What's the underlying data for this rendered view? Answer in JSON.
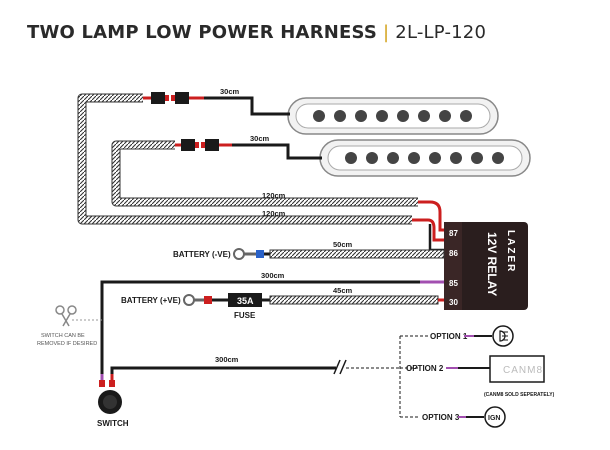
{
  "title": {
    "main": "TWO LAMP LOW POWER HARNESS",
    "separator": "|",
    "model": "2L-LP-120"
  },
  "lengths": {
    "lamp1_lead": "30cm",
    "lamp2_lead": "30cm",
    "run_a": "120cm",
    "run_b": "120cm",
    "negative": "50cm",
    "switch_run": "300cm",
    "positive": "45cm",
    "option_run": "300cm"
  },
  "relay": {
    "brand": "LAZER",
    "label": "12V RELAY",
    "pins": [
      "87",
      "86",
      "85",
      "30"
    ]
  },
  "battery": {
    "negative": "BATTERY (-VE)",
    "positive": "BATTERY (+VE)"
  },
  "fuse": {
    "rating": "35A",
    "label": "FUSE"
  },
  "switch": {
    "label": "SWITCH",
    "note_line1": "SWITCH CAN BE",
    "note_line2": "REMOVED IF DESIRED"
  },
  "options": {
    "option1": "OPTION 1",
    "option2": "OPTION 2",
    "option3": "OPTION 3",
    "canm8": "CANM8",
    "canm8_note": "(CANM8 SOLD SEPERATELY)",
    "ign": "IGN"
  },
  "colors": {
    "wire": "#1a1a1a",
    "red_wire": "#cc1f1f",
    "purple_wire": "#a24fb0",
    "accent": "#d3a21c",
    "relay_body": "#2a1e1e"
  }
}
